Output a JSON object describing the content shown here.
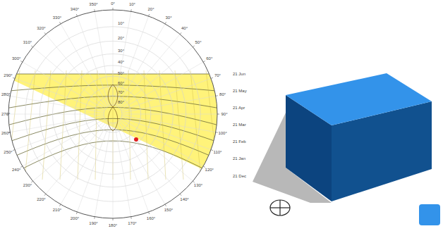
{
  "diagram": {
    "labels": [
      "0°",
      "10°",
      "20°",
      "30°",
      "40°",
      "50°",
      "60°",
      "70°",
      "80°",
      "90°",
      "100°",
      "110°",
      "120°",
      "130°",
      "140°",
      "150°",
      "160°",
      "170°",
      "180°",
      "190°",
      "200°",
      "210°",
      "220°",
      "230°",
      "240°",
      "250°",
      "260°",
      "270°",
      "280°",
      "290°",
      "300°",
      "310°",
      "320°",
      "330°",
      "340°",
      "350°",
      "80°",
      "70°",
      "60°",
      "50°",
      "40°",
      "30°",
      "20°",
      "10°",
      "21 Jun",
      "21 May",
      "21 Apr",
      "21 Mar",
      "21 Feb",
      "21 Jan",
      "21 Dec"
    ]
  }
}
